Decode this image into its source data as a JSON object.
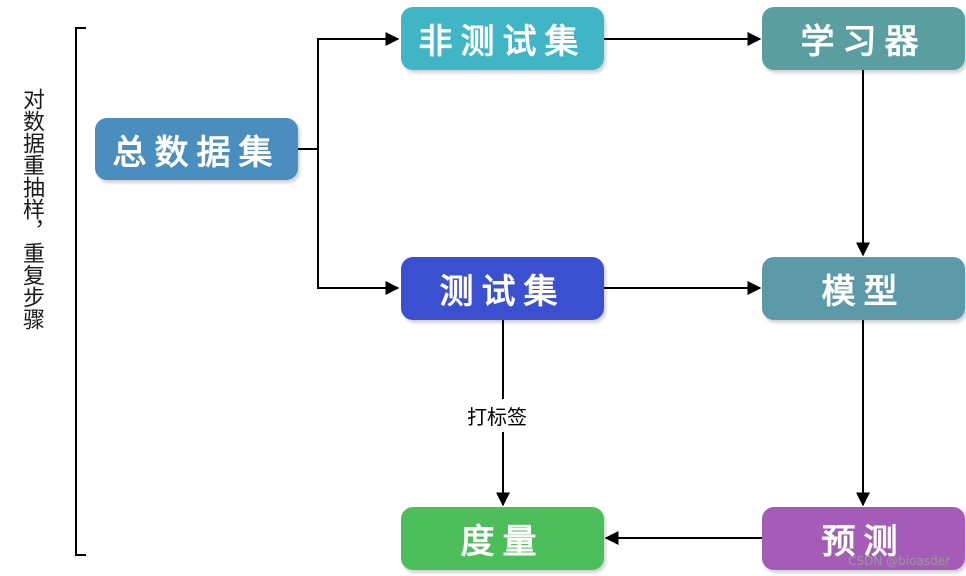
{
  "side_label": "对数据重抽样，重复步骤",
  "nodes": {
    "total_dataset": {
      "label": "总数据集",
      "color": "#4a8ec0"
    },
    "non_test_set": {
      "label": "非测试集",
      "color": "#3fb5c6"
    },
    "learner": {
      "label": "学习器",
      "color": "#5b9ea0"
    },
    "test_set": {
      "label": "测试集",
      "color": "#3b4fd1"
    },
    "model": {
      "label": "模型",
      "color": "#5d9aa9"
    },
    "metric": {
      "label": "度量",
      "color": "#4cbf5b"
    },
    "predict": {
      "label": "预测",
      "color": "#a55bb8"
    }
  },
  "edge_labels": {
    "labeling": "打标签"
  },
  "watermark": "CSDN @bioasder"
}
